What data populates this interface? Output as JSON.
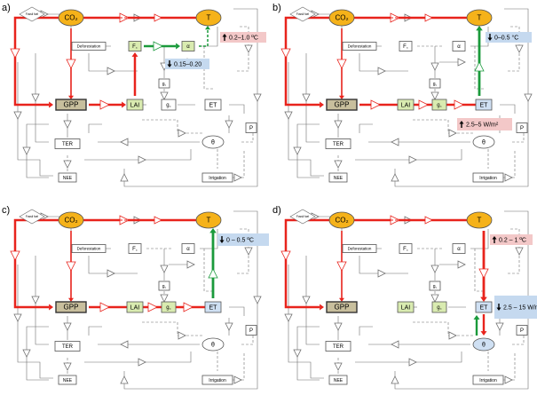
{
  "panels": [
    {
      "letter": "a)",
      "annotations": [
        {
          "arrow": "up",
          "text": "0.2–1.0 ºC",
          "kind": "pink"
        },
        {
          "arrow": "down",
          "text": "0.15–0.20",
          "kind": "blue"
        }
      ]
    },
    {
      "letter": "b)",
      "annotations": [
        {
          "arrow": "down",
          "text": "0–0.5 °C",
          "kind": "blue"
        },
        {
          "arrow": "up",
          "text": "2.5–5 W/m²",
          "kind": "pink"
        }
      ]
    },
    {
      "letter": "c)",
      "annotations": [
        {
          "arrow": "down",
          "text": "0 – 0.5 ºC",
          "kind": "blue"
        }
      ]
    },
    {
      "letter": "d)",
      "annotations": [
        {
          "arrow": "up",
          "text": "0.2 – 1 ºC",
          "kind": "pink"
        },
        {
          "arrow": "down",
          "text": "2.5 – 15 W/m²",
          "kind": "blue"
        }
      ]
    }
  ],
  "nodes": {
    "fossil": "Fossil fuel",
    "co2": "CO₂",
    "t": "T",
    "deforestation": "Deforestation",
    "fc": "F꜀",
    "alpha": "α",
    "gpp": "GPP",
    "lai": "LAI",
    "gc": "g꜀",
    "et": "ET",
    "p": "P",
    "ter": "TER",
    "theta": "θ",
    "nee": "NEE",
    "irrigation": "Irrigation"
  },
  "colors": {
    "red": "#e8231c",
    "green": "#1a9a3b",
    "dashed_red": "#e8231c",
    "orange_node": "#f5b21a",
    "green_node": "#d9ebb0",
    "blue_node": "#cfe0f3",
    "gpp_node": "#c8bf9d",
    "pink_box": "#f3c8c8",
    "blue_box": "#c5d9ef",
    "gray": "#6f6f6f"
  }
}
